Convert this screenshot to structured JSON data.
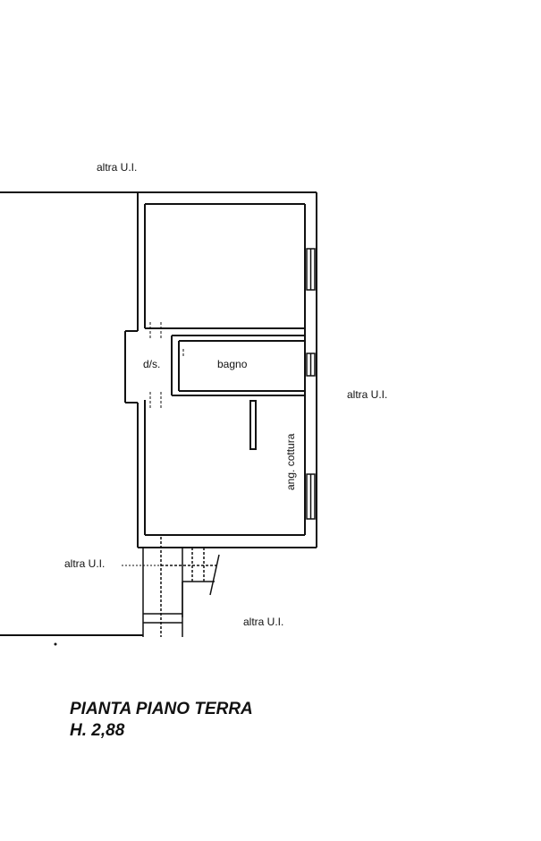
{
  "labels": {
    "neighbor_top": "altra U.I.",
    "neighbor_right": "altra U.I.",
    "neighbor_left": "altra U.I.",
    "neighbor_bottom": "altra U.I.",
    "room_ds": "d/s.",
    "room_bagno": "bagno",
    "room_cottura": "ang. cottura"
  },
  "caption": {
    "line1": "PIANTA PIANO TERRA",
    "line2": "H. 2,88"
  },
  "colors": {
    "wall": "#111111",
    "background": "#ffffff"
  }
}
